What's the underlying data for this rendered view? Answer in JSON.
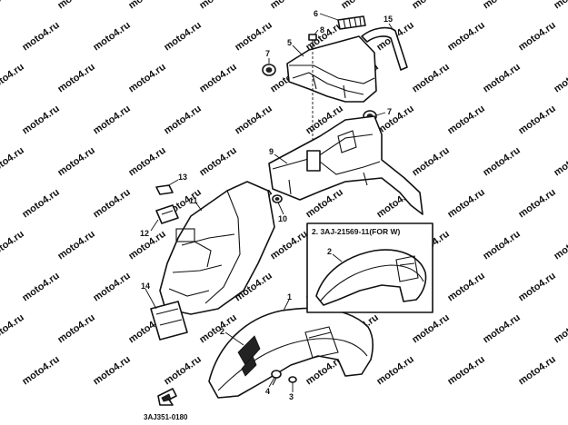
{
  "diagram": {
    "callouts": {
      "c1": "1",
      "c2": "2",
      "c3": "3",
      "c4": "4",
      "c5": "5",
      "c6": "6",
      "c7a": "7",
      "c7b": "7",
      "c8": "8",
      "c9": "9",
      "c10": "10",
      "c11": "11",
      "c12": "12",
      "c13": "13",
      "c14": "14",
      "c15": "15"
    },
    "inset": {
      "title": "2. 3AJ-21569-11(FOR W)",
      "callout": "2"
    },
    "diagram_code": "3AJ351-0180",
    "watermark": "moto4.ru"
  }
}
